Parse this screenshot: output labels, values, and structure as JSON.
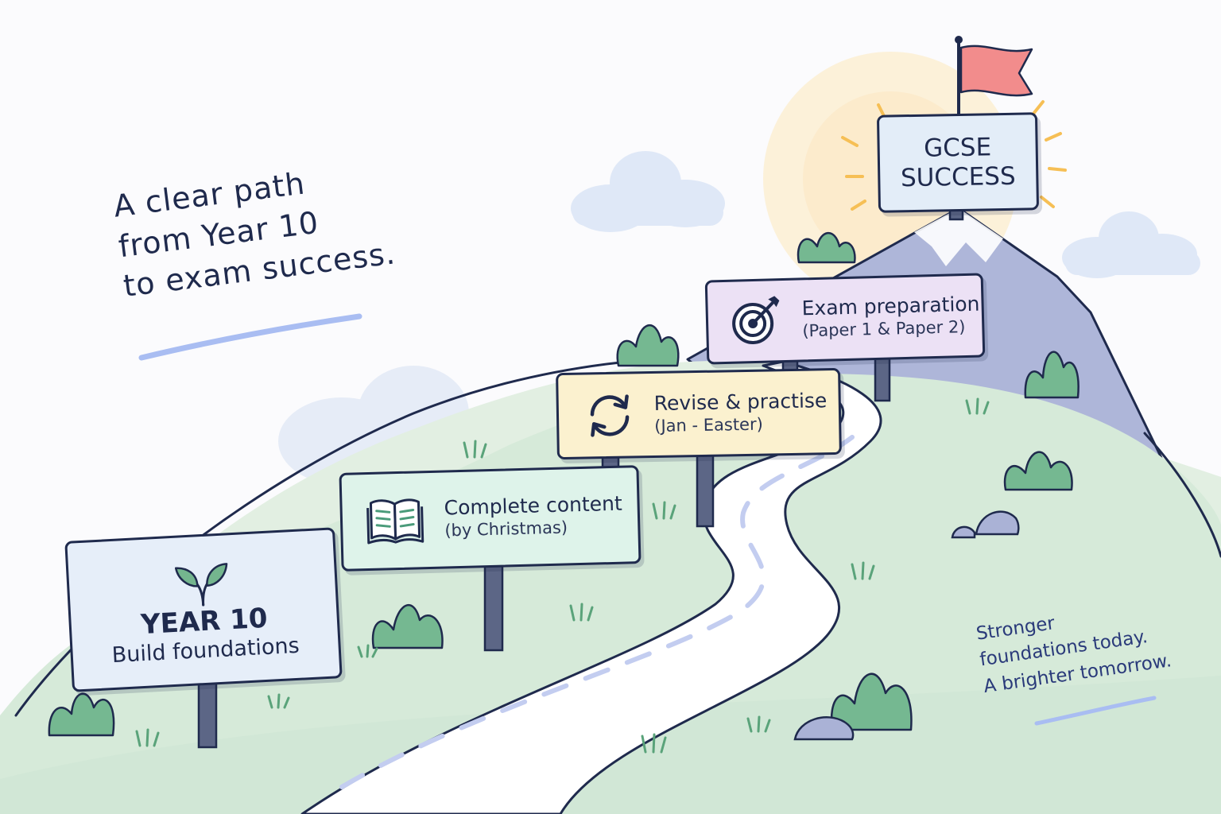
{
  "tagline": {
    "line1": "A clear path",
    "line2": "from Year 10",
    "line3": "to exam success."
  },
  "signs": {
    "year10": {
      "title": "YEAR 10",
      "subtitle": "Build foundations",
      "icon": "sprout-icon"
    },
    "content": {
      "title": "Complete content",
      "subtitle": "(by Christmas)",
      "icon": "open-book-icon"
    },
    "revise": {
      "title": "Revise & practise",
      "subtitle": "(Jan - Easter)",
      "icon": "refresh-cycle-icon"
    },
    "exam": {
      "title": "Exam preparation",
      "subtitle": "(Paper 1 & Paper 2)",
      "icon": "target-arrow-icon"
    },
    "gcse": {
      "line1": "GCSE",
      "line2": "SUCCESS"
    }
  },
  "motto": {
    "line1": "Stronger",
    "line2": "foundations today.",
    "line3": "A brighter tomorrow."
  },
  "colors": {
    "ink": "#1f2a4d",
    "hill": "#d3e8d7",
    "bush": "#6fb58c",
    "mountain": "#a9b2d6",
    "flag": "#f08a8a",
    "sun": "#fbe9c4",
    "accent_underline": "#a9bdf2"
  }
}
